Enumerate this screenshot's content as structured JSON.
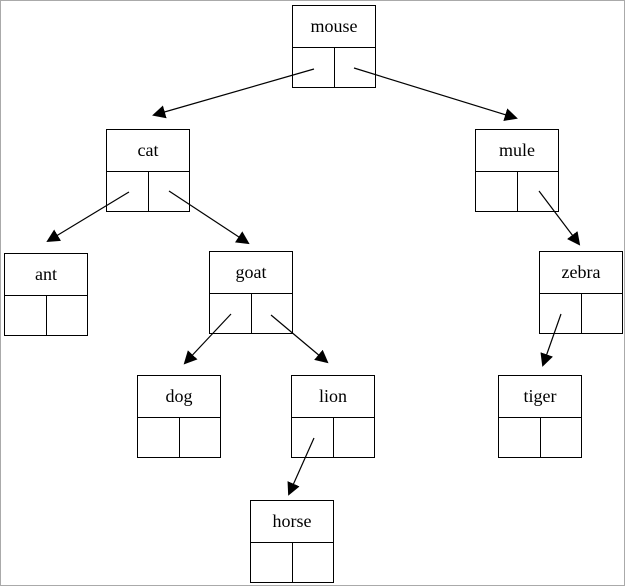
{
  "diagram": {
    "type": "binary-tree",
    "background_color": "#ffffff",
    "line_color": "#000000",
    "border_color": "#aaaaaa",
    "nodes": [
      {
        "id": "mouse",
        "label": "mouse",
        "left_child": "cat",
        "right_child": "mule"
      },
      {
        "id": "cat",
        "label": "cat",
        "left_child": "ant",
        "right_child": "goat"
      },
      {
        "id": "mule",
        "label": "mule",
        "left_child": null,
        "right_child": "zebra"
      },
      {
        "id": "ant",
        "label": "ant",
        "left_child": null,
        "right_child": null
      },
      {
        "id": "goat",
        "label": "goat",
        "left_child": "dog",
        "right_child": "lion"
      },
      {
        "id": "zebra",
        "label": "zebra",
        "left_child": "tiger",
        "right_child": null
      },
      {
        "id": "dog",
        "label": "dog",
        "left_child": null,
        "right_child": null
      },
      {
        "id": "lion",
        "label": "lion",
        "left_child": "horse",
        "right_child": null
      },
      {
        "id": "tiger",
        "label": "tiger",
        "left_child": null,
        "right_child": null
      },
      {
        "id": "horse",
        "label": "horse",
        "left_child": null,
        "right_child": null
      }
    ],
    "edges": [
      {
        "from": "mouse",
        "slot": "left",
        "to": "cat"
      },
      {
        "from": "mouse",
        "slot": "right",
        "to": "mule"
      },
      {
        "from": "cat",
        "slot": "left",
        "to": "ant"
      },
      {
        "from": "cat",
        "slot": "right",
        "to": "goat"
      },
      {
        "from": "goat",
        "slot": "left",
        "to": "dog"
      },
      {
        "from": "goat",
        "slot": "right",
        "to": "lion"
      },
      {
        "from": "mule",
        "slot": "right",
        "to": "zebra"
      },
      {
        "from": "zebra",
        "slot": "left",
        "to": "tiger"
      },
      {
        "from": "lion",
        "slot": "left",
        "to": "horse"
      }
    ]
  }
}
